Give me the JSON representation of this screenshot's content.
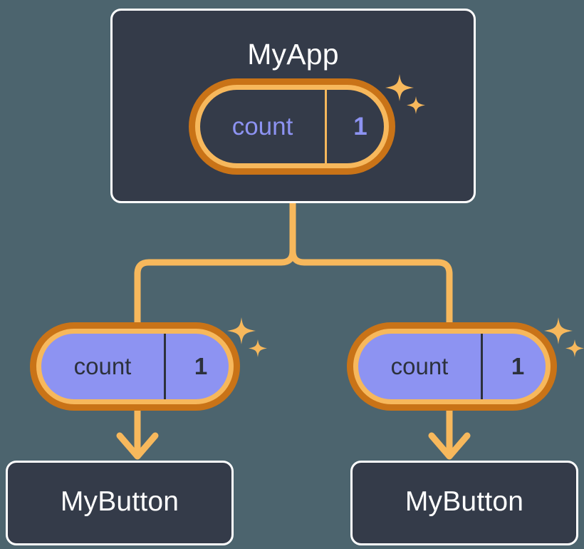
{
  "theme": {
    "page_background": "#4c646e",
    "node_fill": "#343b49",
    "node_border": "#ffffff",
    "accent_orange": "#f7b85c",
    "accent_orange_dark": "#c97317",
    "state_purple": "#8d93f2",
    "text_dark": "#2c313c",
    "text_light": "#ffffff"
  },
  "diagram": {
    "type": "component-tree",
    "root": {
      "name": "myapp-node",
      "title": "MyApp",
      "state": {
        "key": "count",
        "value": "1",
        "highlighted": true,
        "style": "dark-fill"
      }
    },
    "children": [
      {
        "name": "mybutton-node-left",
        "title": "MyButton",
        "state": {
          "key": "count",
          "value": "1",
          "highlighted": true,
          "style": "purple-fill"
        }
      },
      {
        "name": "mybutton-node-right",
        "title": "MyButton",
        "state": {
          "key": "count",
          "value": "1",
          "highlighted": true,
          "style": "purple-fill"
        }
      }
    ],
    "connectors": {
      "branch": "rounded-tee",
      "child_links": "arrow-down"
    },
    "icons": {
      "sparkle_large": "sparkle-icon",
      "sparkle_small": "sparkle-icon"
    }
  }
}
